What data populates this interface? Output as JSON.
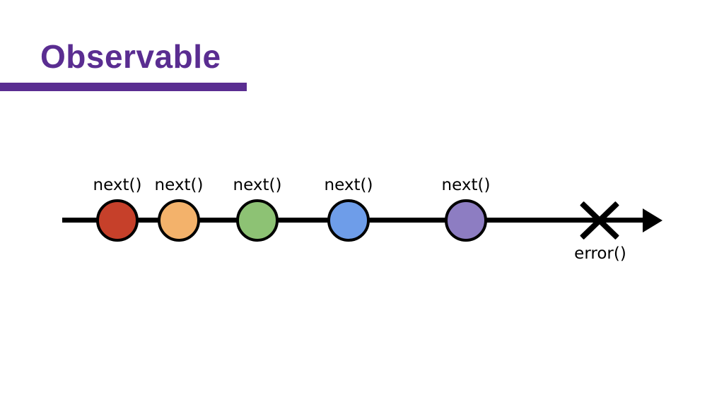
{
  "slide": {
    "title": "Observable",
    "accent_color": "#5a2d91"
  },
  "diagram": {
    "type": "marble-timeline",
    "stroke_color": "#000000",
    "events": [
      {
        "type": "next",
        "label": "next()",
        "color": "#c6402a"
      },
      {
        "type": "next",
        "label": "next()",
        "color": "#f3b26b"
      },
      {
        "type": "next",
        "label": "next()",
        "color": "#8dc274"
      },
      {
        "type": "next",
        "label": "next()",
        "color": "#6e9de9"
      },
      {
        "type": "next",
        "label": "next()",
        "color": "#8d7dc2"
      }
    ],
    "terminal": {
      "type": "error",
      "label": "error()"
    }
  }
}
